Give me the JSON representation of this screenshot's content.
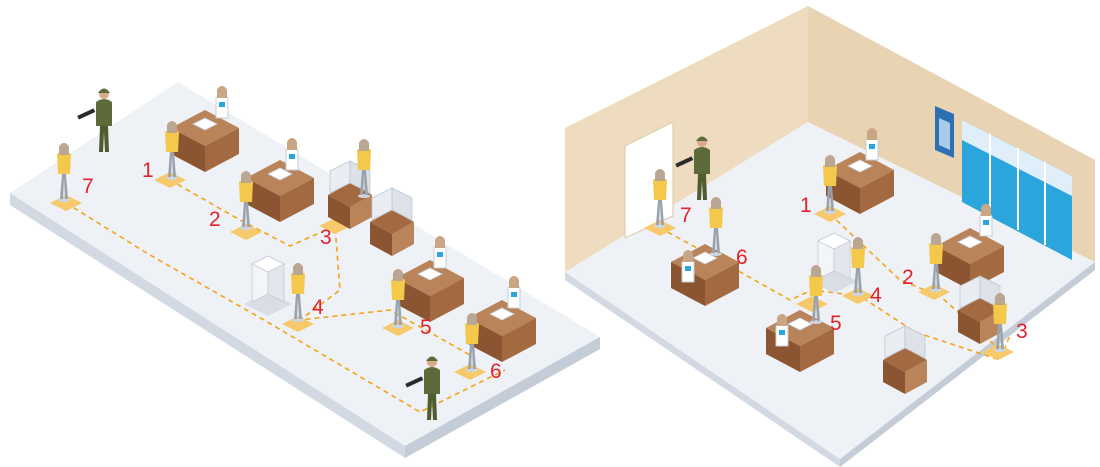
{
  "scenes": {
    "open_layout": {
      "step_labels": [
        "1",
        "2",
        "3",
        "4",
        "5",
        "6",
        "7"
      ]
    },
    "room_layout": {
      "step_labels": [
        "1",
        "2",
        "3",
        "4",
        "5",
        "6",
        "7"
      ]
    }
  },
  "colors": {
    "step_number": "#e0242b",
    "path_line": "#f2a517",
    "floor_marker": "#f7c96b",
    "floor": "#eef1f6",
    "floor_edge": "#d3d9e3",
    "wall": "#efdcc0",
    "desk_top": "#b9845a",
    "desk_side": "#8c5532",
    "person_top": "#f4c84a",
    "soldier": "#5d6b3a",
    "window": "#2aa6dd"
  },
  "icons": [
    "voter-figure",
    "soldier-figure",
    "official-figure",
    "desk",
    "voting-booth",
    "ballot-box",
    "notice-board",
    "window",
    "door"
  ]
}
